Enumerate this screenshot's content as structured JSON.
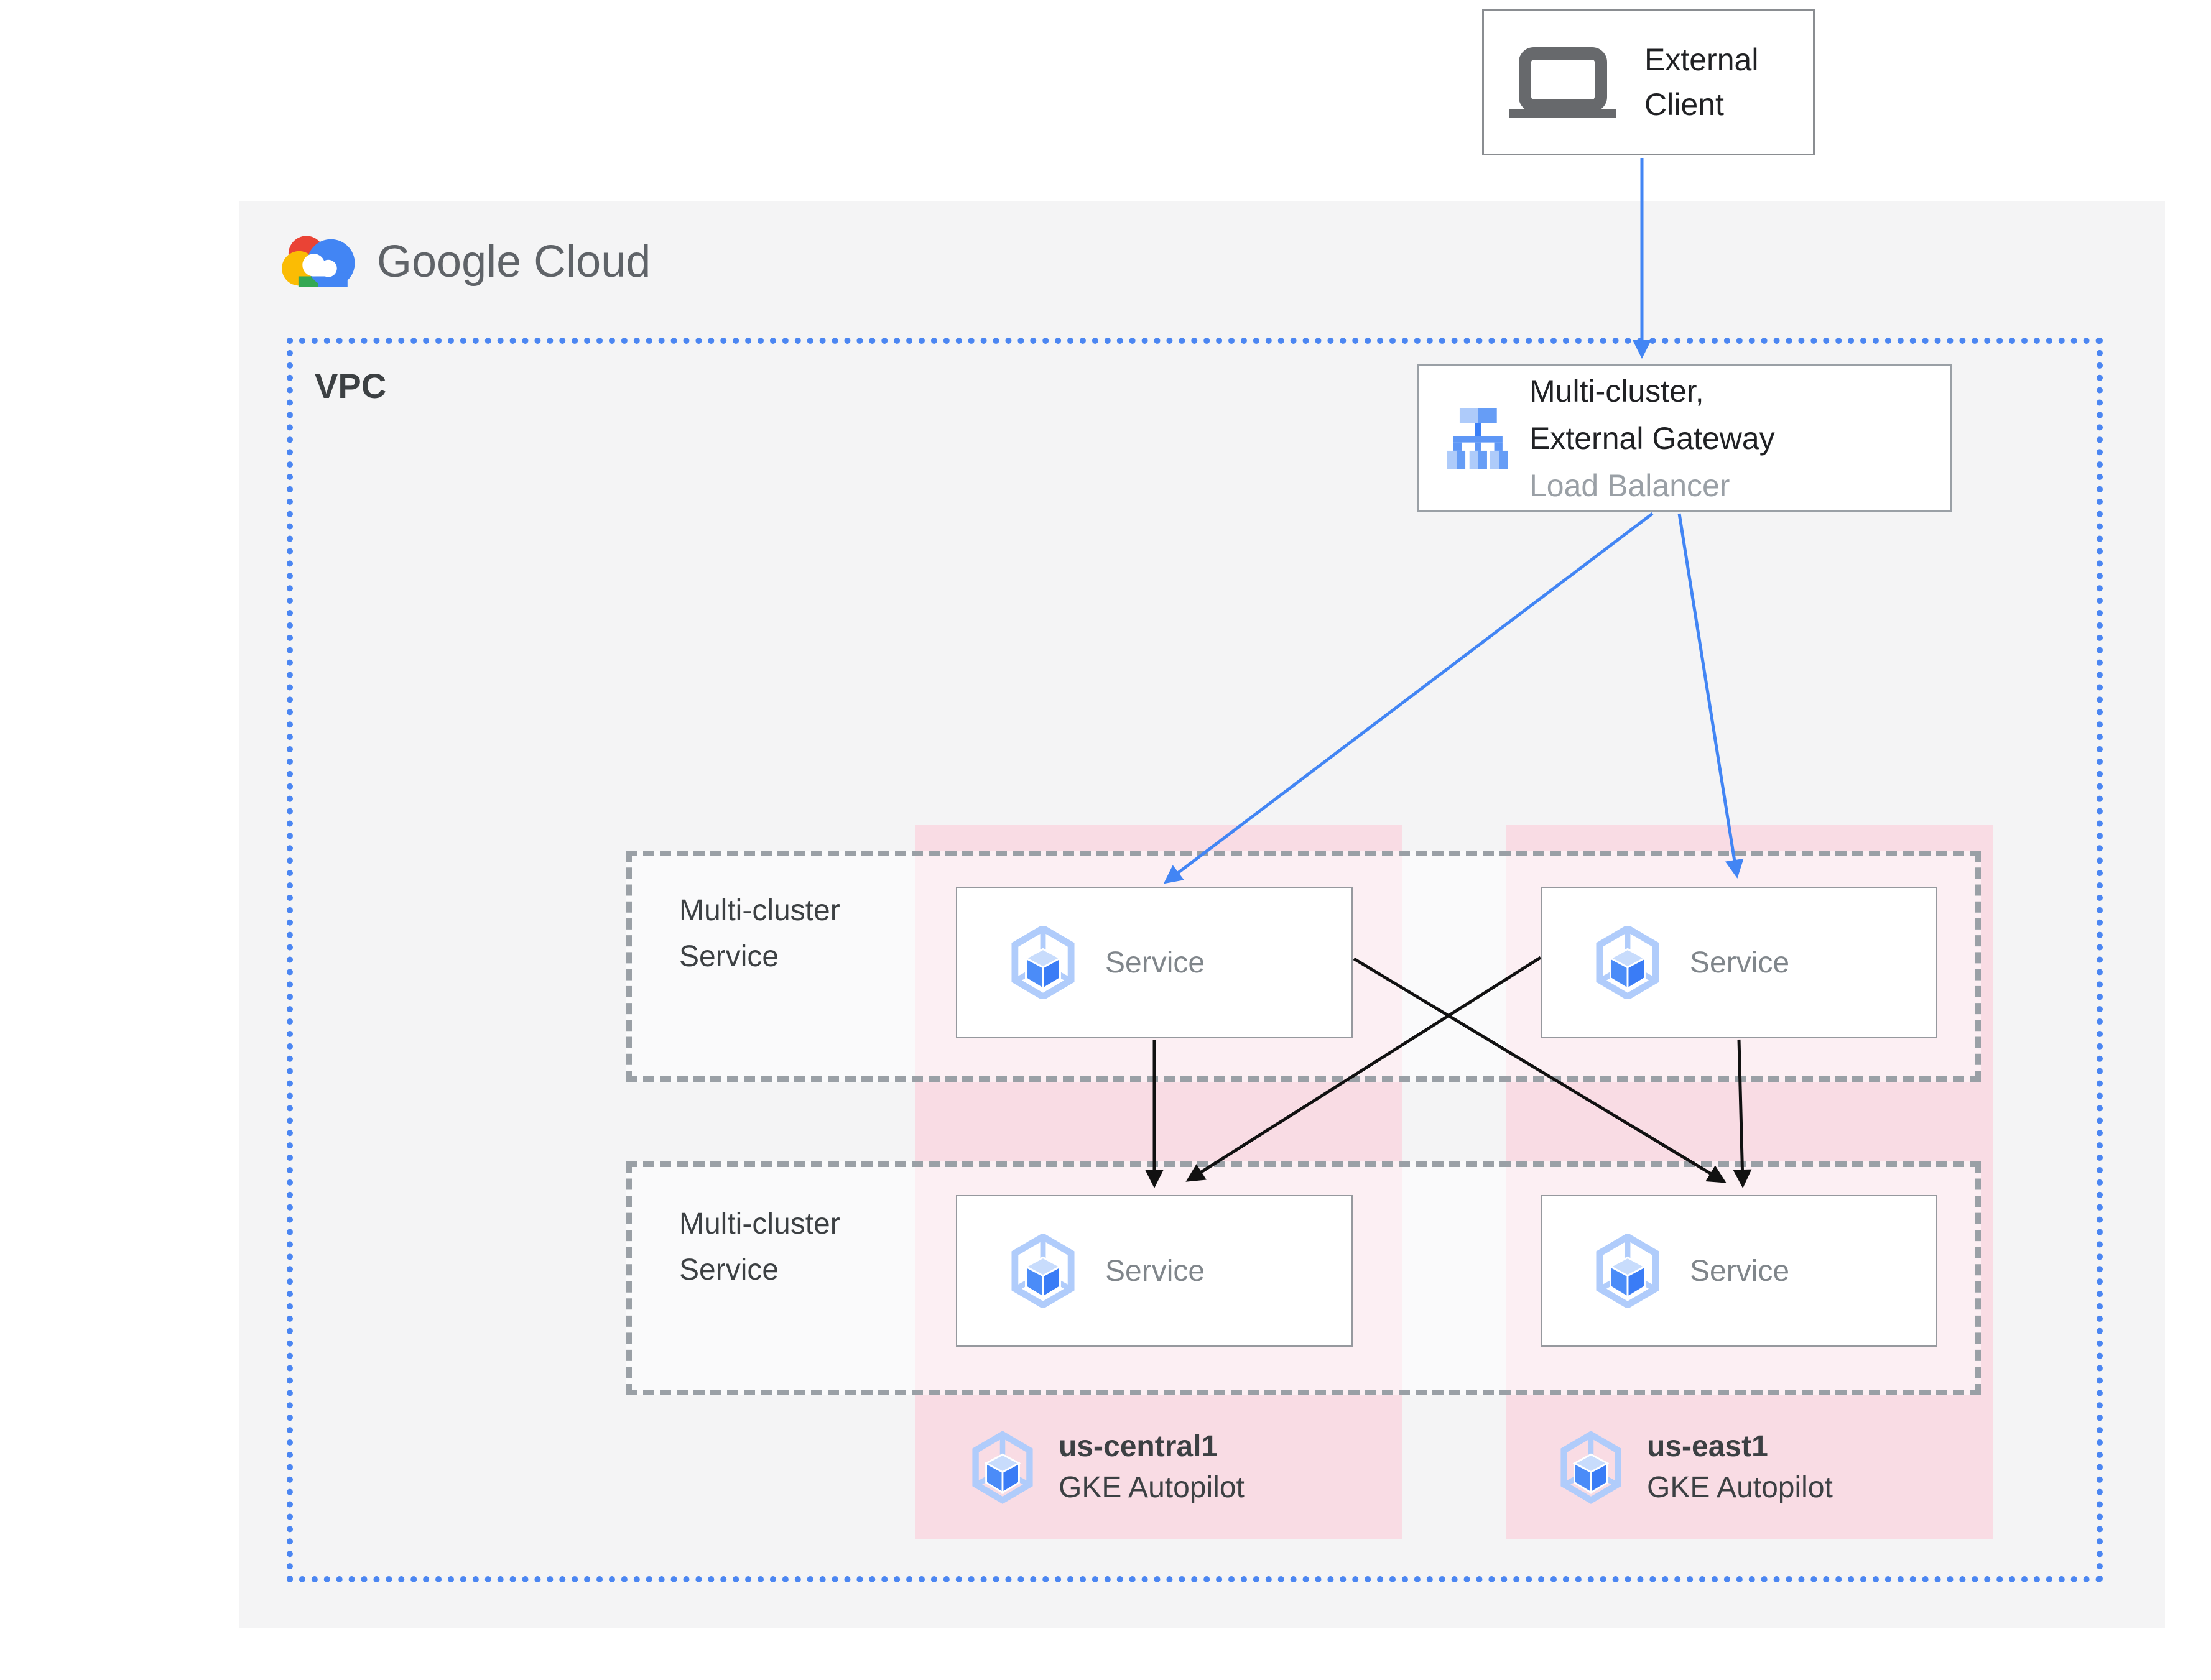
{
  "logo": {
    "wordmark": "Google Cloud"
  },
  "external_client": {
    "line1": "External",
    "line2": "Client"
  },
  "vpc": {
    "label": "VPC"
  },
  "gateway": {
    "line1": "Multi-cluster,",
    "line2": "External Gateway",
    "line3": "Load Balancer"
  },
  "multi_cluster_service_upper": {
    "line1": "Multi-cluster",
    "line2": "Service"
  },
  "multi_cluster_service_lower": {
    "line1": "Multi-cluster",
    "line2": "Service"
  },
  "services": {
    "upper_left": "Service",
    "upper_right": "Service",
    "lower_left": "Service",
    "lower_right": "Service"
  },
  "clusters": {
    "us_central1": {
      "name": "us-central1",
      "platform": "GKE Autopilot"
    },
    "us_east1": {
      "name": "us-east1",
      "platform": "GKE Autopilot"
    }
  },
  "icons": {
    "laptop": "laptop-icon",
    "load_balancer": "load-balancer-icon",
    "gke_service": "gke-hexagon-cube-icon",
    "google_cloud": "google-cloud-logo"
  },
  "colors": {
    "accent_blue": "#4285f4",
    "cluster_pink": "#f9dce4",
    "dash_gray": "#9aa0a6",
    "panel_gray": "#f4f4f5",
    "text_dark": "#202124",
    "text_gray": "#80868b"
  }
}
